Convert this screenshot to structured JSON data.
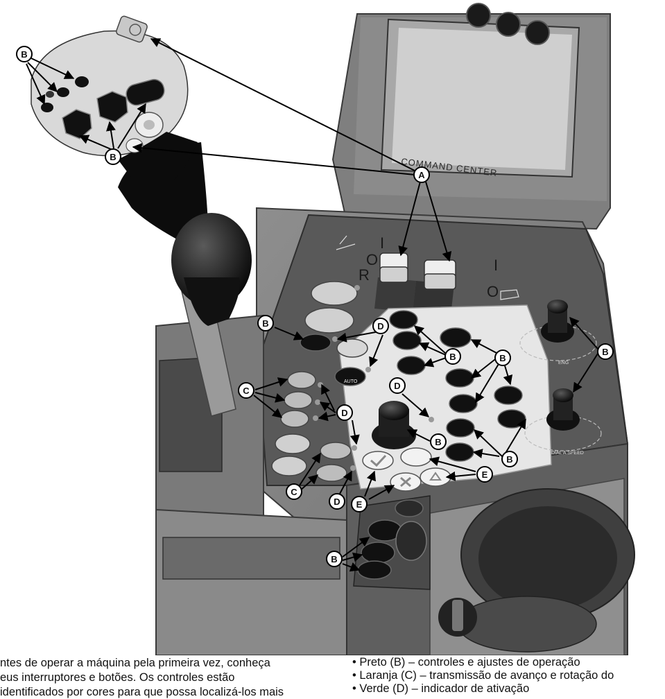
{
  "figure": {
    "callouts": [
      "A",
      "B",
      "C",
      "D",
      "E"
    ],
    "panel_brand": "COMMAND CENTER",
    "lever_labels": [
      "I",
      "O",
      "R",
      "I",
      "O"
    ],
    "auto_label": "AUTO",
    "dial_labels": [
      "ENG",
      "DIAL  A  SPEED"
    ]
  },
  "caption": {
    "left_lines": [
      "ntes de operar a máquina pela primeira vez, conheça",
      "eus interruptores e botões.  Os controles estão",
      "identificados por cores para que possa localizá-los mais"
    ],
    "legend": [
      "Preto (B) – controles e ajustes de operação",
      "Laranja (C) – transmissão de avanço e rotação do",
      "Verde (D) – indicador de ativação"
    ]
  }
}
